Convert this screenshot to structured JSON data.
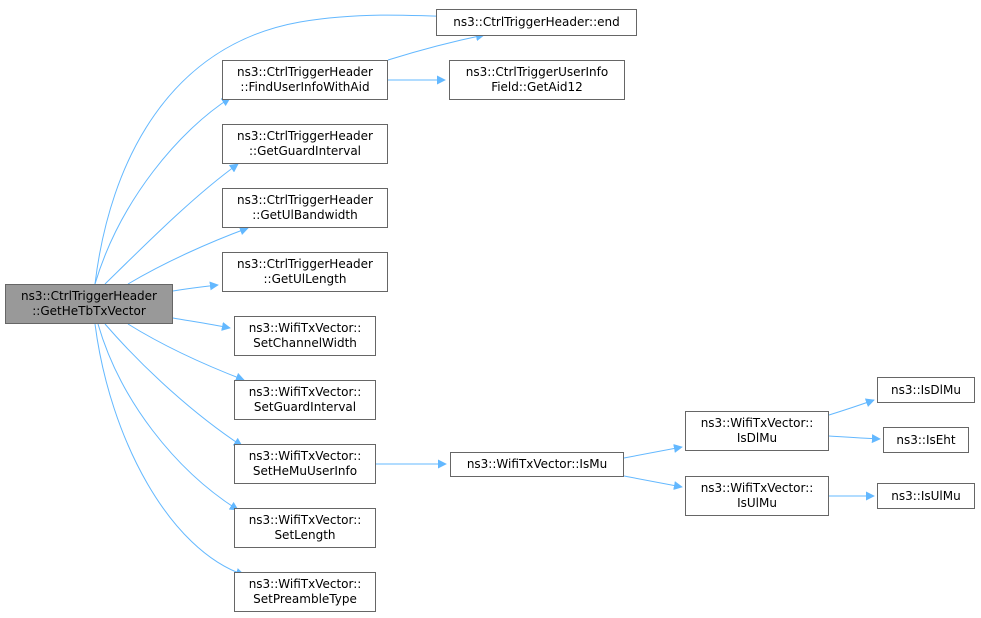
{
  "graph": {
    "edge_color": "#63b8ff",
    "root_fill": "#999999",
    "node_border": "#666666",
    "nodes": [
      {
        "id": "root",
        "line1": "ns3::CtrlTriggerHeader",
        "line2": "::GetHeTbTxVector"
      },
      {
        "id": "end",
        "line1": "ns3::CtrlTriggerHeader::end",
        "line2": ""
      },
      {
        "id": "finduser",
        "line1": "ns3::CtrlTriggerHeader",
        "line2": "::FindUserInfoWithAid"
      },
      {
        "id": "getaid12",
        "line1": "ns3::CtrlTriggerUserInfo",
        "line2": "Field::GetAid12"
      },
      {
        "id": "guard",
        "line1": "ns3::CtrlTriggerHeader",
        "line2": "::GetGuardInterval"
      },
      {
        "id": "ulbw",
        "line1": "ns3::CtrlTriggerHeader",
        "line2": "::GetUlBandwidth"
      },
      {
        "id": "ullen",
        "line1": "ns3::CtrlTriggerHeader",
        "line2": "::GetUlLength"
      },
      {
        "id": "setchw",
        "line1": "ns3::WifiTxVector::",
        "line2": "SetChannelWidth"
      },
      {
        "id": "setgi",
        "line1": "ns3::WifiTxVector::",
        "line2": "SetGuardInterval"
      },
      {
        "id": "sethemu",
        "line1": "ns3::WifiTxVector::",
        "line2": "SetHeMuUserInfo"
      },
      {
        "id": "setlen",
        "line1": "ns3::WifiTxVector::",
        "line2": "SetLength"
      },
      {
        "id": "setpre",
        "line1": "ns3::WifiTxVector::",
        "line2": "SetPreambleType"
      },
      {
        "id": "ismu",
        "line1": "ns3::WifiTxVector::IsMu",
        "line2": ""
      },
      {
        "id": "isdlmuv",
        "line1": "ns3::WifiTxVector::",
        "line2": "IsDlMu"
      },
      {
        "id": "isulmuv",
        "line1": "ns3::WifiTxVector::",
        "line2": "IsUlMu"
      },
      {
        "id": "isdlmu",
        "line1": "ns3::IsDlMu",
        "line2": ""
      },
      {
        "id": "iseht",
        "line1": "ns3::IsEht",
        "line2": ""
      },
      {
        "id": "isulmu",
        "line1": "ns3::IsUlMu",
        "line2": ""
      }
    ],
    "edges": [
      [
        "root",
        "end"
      ],
      [
        "root",
        "finduser"
      ],
      [
        "root",
        "guard"
      ],
      [
        "root",
        "ulbw"
      ],
      [
        "root",
        "ullen"
      ],
      [
        "root",
        "setchw"
      ],
      [
        "root",
        "setgi"
      ],
      [
        "root",
        "sethemu"
      ],
      [
        "root",
        "setlen"
      ],
      [
        "root",
        "setpre"
      ],
      [
        "finduser",
        "end"
      ],
      [
        "finduser",
        "getaid12"
      ],
      [
        "sethemu",
        "ismu"
      ],
      [
        "ismu",
        "isdlmuv"
      ],
      [
        "ismu",
        "isulmuv"
      ],
      [
        "isdlmuv",
        "isdlmu"
      ],
      [
        "isdlmuv",
        "iseht"
      ],
      [
        "isulmuv",
        "isulmu"
      ]
    ]
  }
}
